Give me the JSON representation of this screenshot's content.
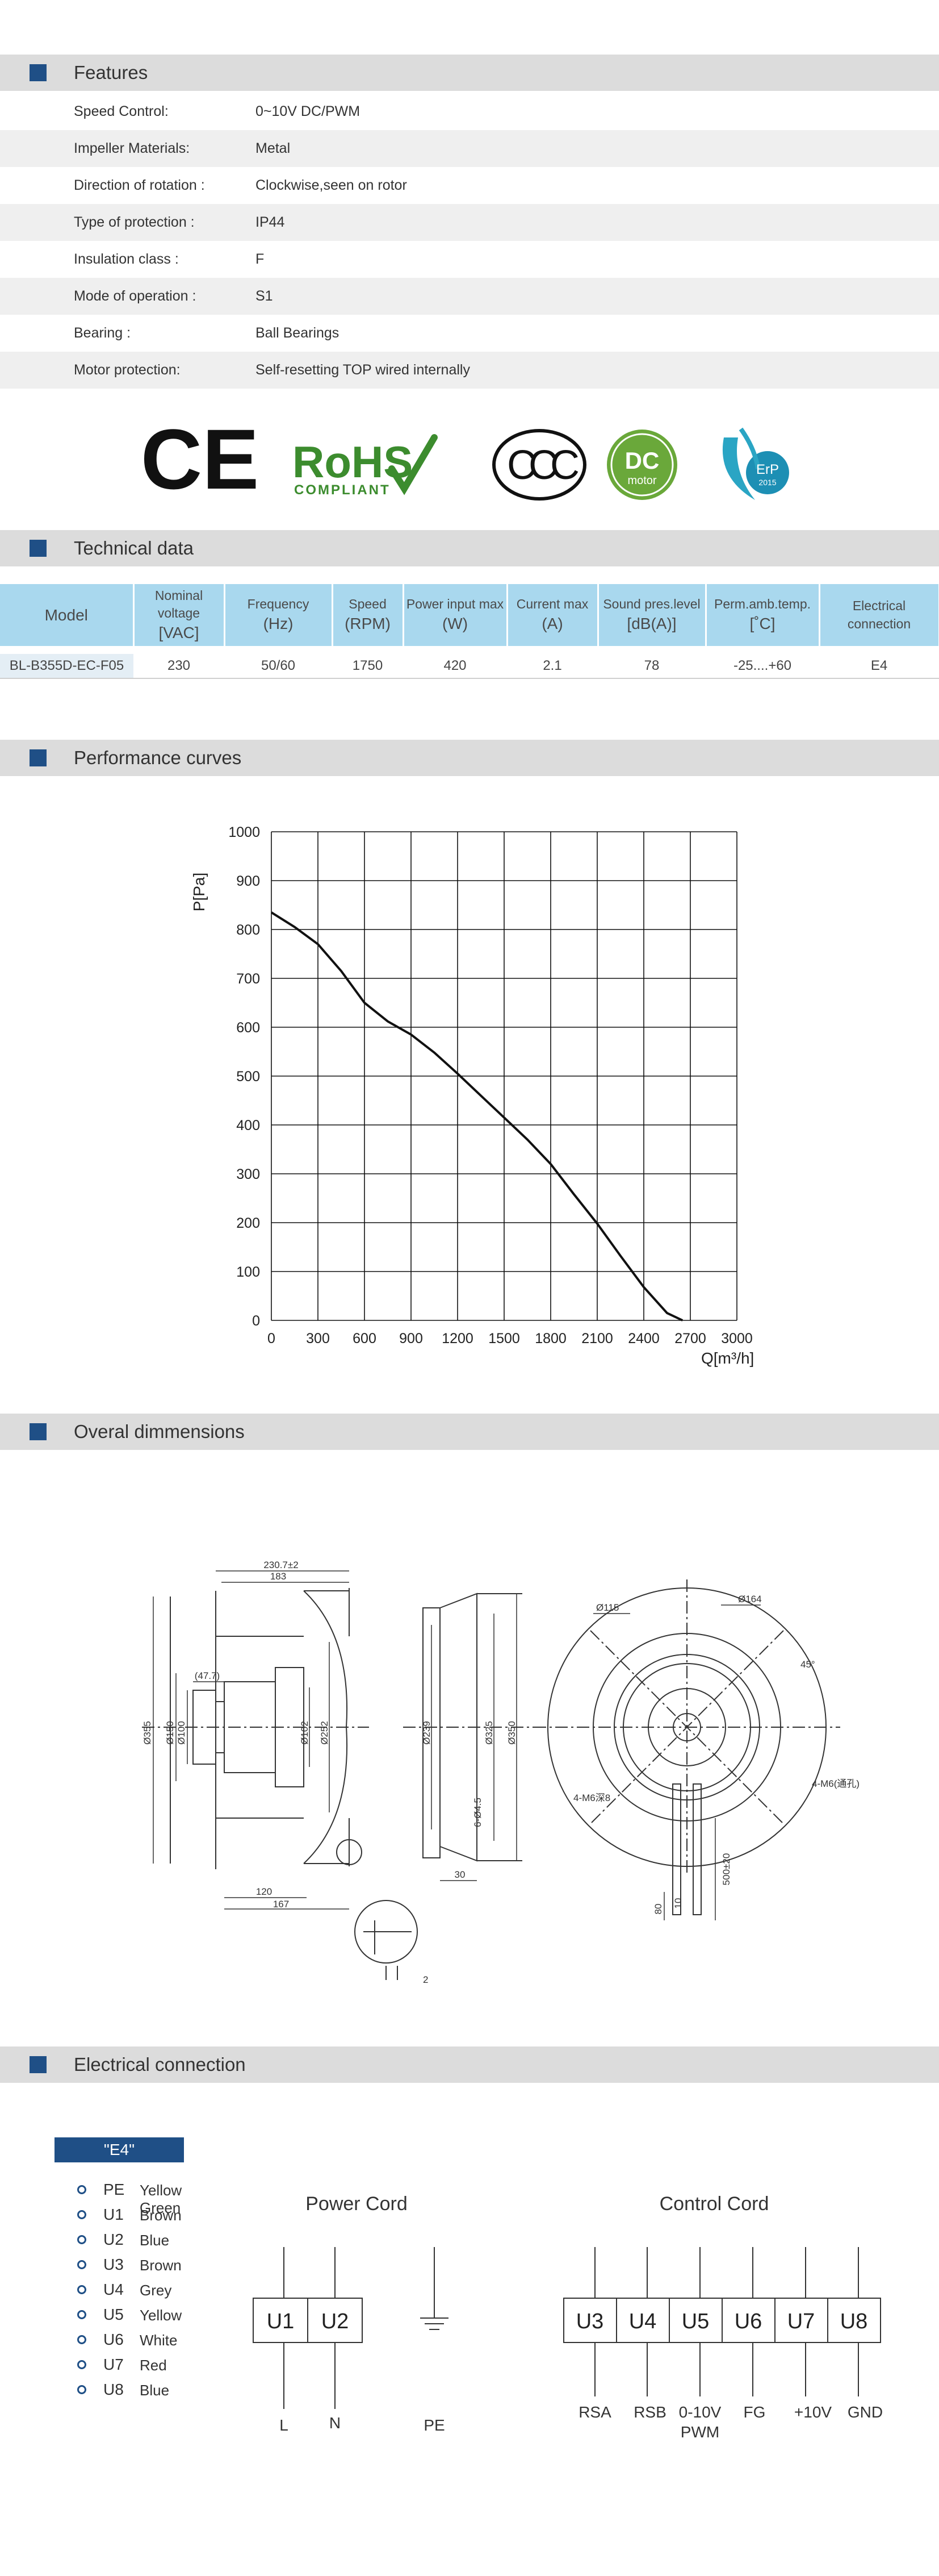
{
  "sections": {
    "features": "Features",
    "technical": "Technical data",
    "curves": "Performance curves",
    "dimensions": "Overal dimmensions",
    "electrical": "Electrical  connection"
  },
  "features": [
    {
      "label": "Speed Control:",
      "value": "0~10V DC/PWM"
    },
    {
      "label": "Impeller Materials:",
      "value": "Metal"
    },
    {
      "label": "Direction of rotation :",
      "value": "Clockwise,seen on rotor"
    },
    {
      "label": "Type of protection :",
      "value": "IP44"
    },
    {
      "label": "Insulation class :",
      "value": "F"
    },
    {
      "label": "Mode of operation :",
      "value": "S1"
    },
    {
      "label": "Bearing :",
      "value": "Ball Bearings"
    },
    {
      "label": "Motor protection:",
      "value": "Self-resetting TOP wired internally"
    }
  ],
  "certifications": {
    "ce": "CE",
    "rohs": "RoHS",
    "rohs_sub": "COMPLIANT",
    "ccc": "CCC",
    "dc": "DC",
    "dc_sub": "motor",
    "erp": "ErP",
    "erp_year": "2015"
  },
  "tech_table": {
    "headers": [
      {
        "l1": "Model",
        "l2": ""
      },
      {
        "l1": "Nominal  voltage",
        "l2": "[VAC]"
      },
      {
        "l1": "Frequency",
        "l2": "(Hz)"
      },
      {
        "l1": "Speed",
        "l2": "(RPM)"
      },
      {
        "l1": "Power input max",
        "l2": "(W)"
      },
      {
        "l1": "Current  max",
        "l2": "(A)"
      },
      {
        "l1": "Sound pres.level",
        "l2": "[dB(A)]"
      },
      {
        "l1": "Perm.amb.temp.",
        "l2": "[˚C]"
      },
      {
        "l1": "Electrical",
        "l2": "connection"
      }
    ],
    "row": [
      "BL-B355D-EC-F05",
      "230",
      "50/60",
      "1750",
      "420",
      "2.1",
      "78",
      "-25....+60",
      "E4"
    ]
  },
  "chart_data": {
    "type": "line",
    "xlabel": "Q[m³/h]",
    "ylabel": "P[Pa]",
    "xlim": [
      0,
      3000
    ],
    "ylim": [
      0,
      1000
    ],
    "x_ticks": [
      "0",
      "300",
      "600",
      "900",
      "1200",
      "1500",
      "1800",
      "2100",
      "2400",
      "2700",
      "3000"
    ],
    "y_ticks": [
      "0",
      "100",
      "200",
      "300",
      "400",
      "500",
      "600",
      "700",
      "800",
      "900",
      "1000"
    ],
    "grid": true,
    "x": [
      0,
      150,
      300,
      450,
      600,
      750,
      900,
      1050,
      1200,
      1350,
      1500,
      1650,
      1800,
      1950,
      2100,
      2250,
      2400,
      2550,
      2650
    ],
    "y": [
      835,
      805,
      770,
      715,
      650,
      612,
      585,
      548,
      505,
      460,
      415,
      370,
      320,
      258,
      198,
      132,
      68,
      15,
      0
    ]
  },
  "dimensions": {
    "top_overall": "230.7±2",
    "top_inner": "183",
    "hub_depth": "(47.7)",
    "d355": "Ø355",
    "d150": "Ø150",
    "d100": "Ø100",
    "d102": "Ø102",
    "d252": "Ø252",
    "d239": "Ø239",
    "d325": "Ø325",
    "d350": "Ø350",
    "holes": "6-Ø4.5",
    "bottom_120": "120",
    "bottom_167": "167",
    "flange_30": "30",
    "detail_2": "2",
    "d115": "Ø115",
    "d164": "Ø164",
    "angle": "45°",
    "m6_right": "4-M6(通孔)",
    "m6_left": "4-M6深8",
    "cable_len": "500±20",
    "cable_10": "10",
    "cable_80": "80"
  },
  "electrical": {
    "badge": "\"E4\"",
    "wires": [
      {
        "code": "PE",
        "color": "Yellow Green"
      },
      {
        "code": "U1",
        "color": "Brown"
      },
      {
        "code": "U2",
        "color": "Blue"
      },
      {
        "code": "U3",
        "color": "Brown"
      },
      {
        "code": "U4",
        "color": "Grey"
      },
      {
        "code": "U5",
        "color": "Yellow"
      },
      {
        "code": "U6",
        "color": "White"
      },
      {
        "code": "U7",
        "color": "Red"
      },
      {
        "code": "U8",
        "color": "Blue"
      }
    ],
    "power_title": "Power Cord",
    "power_terms": [
      "U1",
      "U2"
    ],
    "power_labels": [
      "L",
      "N",
      "PE"
    ],
    "control_title": "Control Cord",
    "control_terms": [
      "U3",
      "U4",
      "U5",
      "U6",
      "U7",
      "U8"
    ],
    "control_labels": [
      "RSA",
      "RSB",
      "0-10V",
      "FG",
      "+10V",
      "GND"
    ],
    "control_sublabel": "PWM"
  }
}
